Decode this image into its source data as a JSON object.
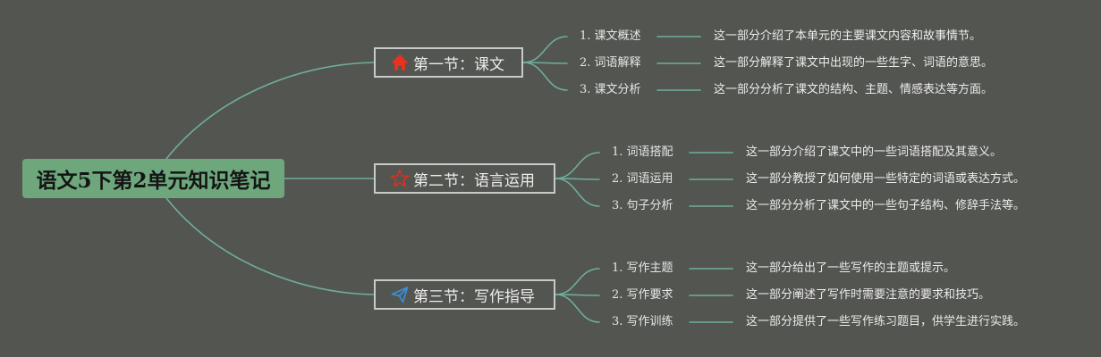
{
  "root": {
    "title": "语文5下第2单元知识笔记"
  },
  "colors": {
    "background": "#535551",
    "root_fill": "#6ea77c",
    "connector": "#6fae9c",
    "section_border": "#c9c9c9"
  },
  "sections": [
    {
      "title": "第一节：课文",
      "icon": "house-icon",
      "icon_color": "#e8311f",
      "items": [
        {
          "label": "1. 课文概述",
          "desc": "这一部分介绍了本单元的主要课文内容和故事情节。"
        },
        {
          "label": "2. 词语解释",
          "desc": "这一部分解释了课文中出现的一些生字、词语的意思。"
        },
        {
          "label": "3. 课文分析",
          "desc": "这一部分分析了课文的结构、主题、情感表达等方面。"
        }
      ]
    },
    {
      "title": "第二节：语言运用",
      "icon": "star-outline-icon",
      "icon_color": "#d9331f",
      "items": [
        {
          "label": "1. 词语搭配",
          "desc": "这一部分介绍了课文中的一些词语搭配及其意义。"
        },
        {
          "label": "2. 词语运用",
          "desc": "这一部分教授了如何使用一些特定的词语或表达方式。"
        },
        {
          "label": "3. 句子分析",
          "desc": "这一部分分析了课文中的一些句子结构、修辞手法等。"
        }
      ]
    },
    {
      "title": "第三节：写作指导",
      "icon": "paper-plane-icon",
      "icon_color": "#3a8fd6",
      "items": [
        {
          "label": "1. 写作主题",
          "desc": "这一部分给出了一些写作的主题或提示。"
        },
        {
          "label": "2. 写作要求",
          "desc": "这一部分阐述了写作时需要注意的要求和技巧。"
        },
        {
          "label": "3. 写作训练",
          "desc": "这一部分提供了一些写作练习题目，供学生进行实践。"
        }
      ]
    }
  ]
}
